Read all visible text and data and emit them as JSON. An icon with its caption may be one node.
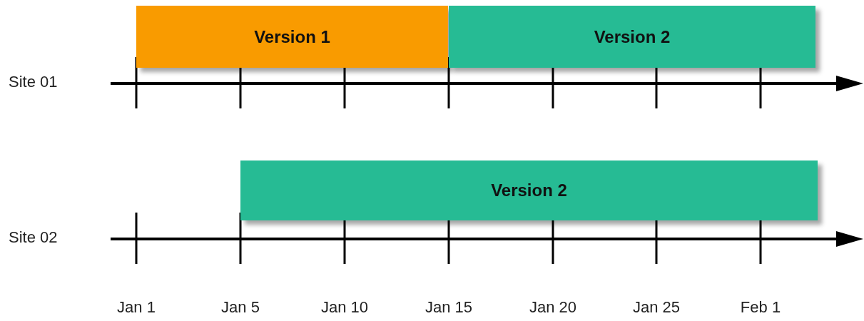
{
  "diagram": {
    "nodes": [
      {
        "text": [
          "Version 1"
        ]
      },
      {
        "text": [
          "Version 2"
        ]
      },
      {
        "text": [
          "Version 2"
        ]
      }
    ],
    "labels": [
      "Site 01",
      "Site 02",
      "Jan 1",
      "Jan 5",
      "Jan 10",
      "Jan 15",
      "Jan 20",
      "Jan 25",
      "Feb 1"
    ]
  }
}
